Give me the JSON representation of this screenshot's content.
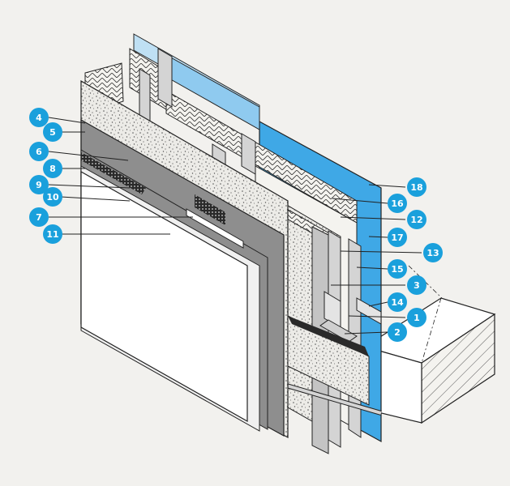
{
  "colors": {
    "background": "#f2f1ee",
    "callout": "#1aa0dc",
    "glass": "#3fa8e6",
    "glass_light": "#bfe0f4",
    "outline": "#222222",
    "render_grey": "#8e8e8e",
    "board_white": "#ffffff",
    "insulation": "#ecebe7",
    "metal": "#d4d4d4"
  },
  "callouts": [
    {
      "id": "c4",
      "text": "4"
    },
    {
      "id": "c5",
      "text": "5"
    },
    {
      "id": "c6",
      "text": "6"
    },
    {
      "id": "c8",
      "text": "8"
    },
    {
      "id": "c9",
      "text": "9"
    },
    {
      "id": "c10",
      "text": "10"
    },
    {
      "id": "c7",
      "text": "7"
    },
    {
      "id": "c11",
      "text": "11"
    },
    {
      "id": "c18",
      "text": "18"
    },
    {
      "id": "c16",
      "text": "16"
    },
    {
      "id": "c12",
      "text": "12"
    },
    {
      "id": "c17",
      "text": "17"
    },
    {
      "id": "c13",
      "text": "13"
    },
    {
      "id": "c15",
      "text": "15"
    },
    {
      "id": "c3",
      "text": "3"
    },
    {
      "id": "c14",
      "text": "14"
    },
    {
      "id": "c1",
      "text": "1"
    },
    {
      "id": "c2",
      "text": "2"
    }
  ]
}
